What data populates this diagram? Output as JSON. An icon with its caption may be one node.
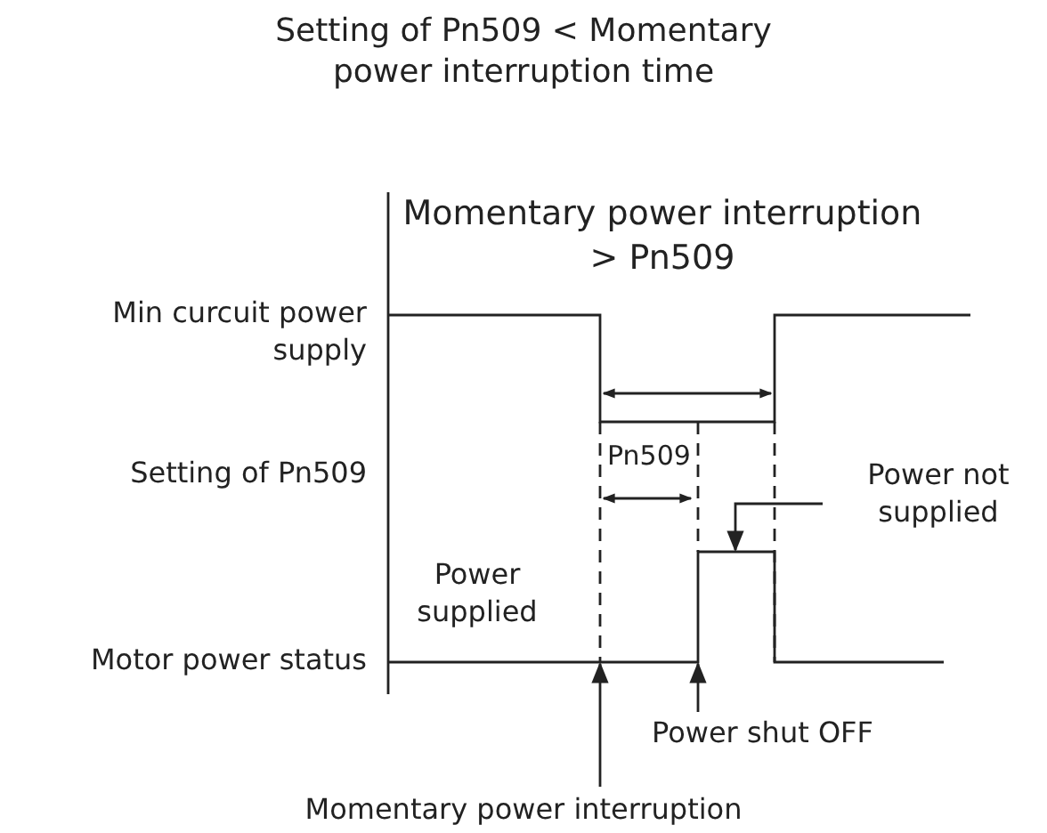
{
  "diagram": {
    "title": "Setting of Pn509 < Momentary power interruption time",
    "nodes": [
      {
        "text": [
          "Power not supplied"
        ]
      },
      {
        "text": [
          "Power shut OFF"
        ]
      },
      {
        "text": [
          "Momentary power interruption"
        ]
      }
    ],
    "edges": [
      {
        "from": 0,
        "to": null,
        "arrow": "to"
      },
      {
        "from": 1,
        "to": null,
        "arrow": "to"
      },
      {
        "from": 2,
        "to": null,
        "arrow": "to"
      }
    ],
    "labels": [
      "Momentary power interruption > Pn509",
      "Min curcuit power supply",
      "Setting of Pn509",
      "Pn509",
      "Power supplied",
      "Motor power status"
    ]
  }
}
